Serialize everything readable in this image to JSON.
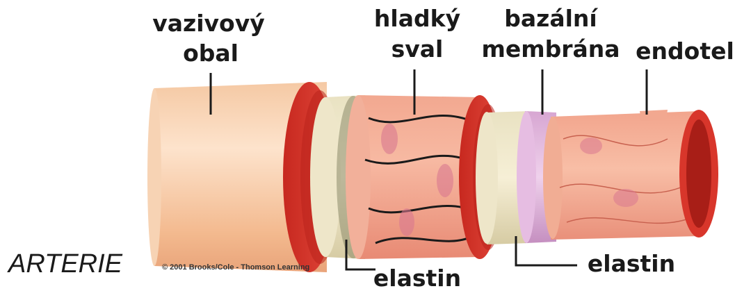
{
  "title": "ARTERIE",
  "copyright": "© 2001 Brooks/Cole - Thomson Learning",
  "labels": {
    "vazivovy_line1": "vazivový",
    "vazivovy_line2": "obal",
    "hladky_line1": "hladký",
    "hladky_line2": "sval",
    "bazalni_line1": "bazální",
    "bazalni_line2": "membrána",
    "endotel": "endotel",
    "elastin_left": "elastin",
    "elastin_right": "elastin"
  }
}
